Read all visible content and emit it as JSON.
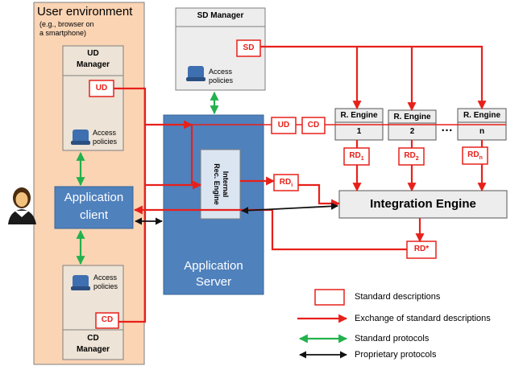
{
  "user_environment": {
    "title": "User environment",
    "subtitle_line1": "(e.g., browser on",
    "subtitle_line2": "a smartphone)"
  },
  "ud_manager": {
    "title_line1": "UD",
    "title_line2": "Manager",
    "tag": "UD",
    "policies_line1": "Access",
    "policies_line2": "policies"
  },
  "cd_manager": {
    "title_line1": "CD",
    "title_line2": "Manager",
    "tag": "CD",
    "policies_line1": "Access",
    "policies_line2": "policies"
  },
  "application_client": {
    "line1": "Application",
    "line2": "client"
  },
  "sd_manager": {
    "title": "SD Manager",
    "tag": "SD",
    "policies_line1": "Access",
    "policies_line2": "policies"
  },
  "application_server": {
    "line1": "Application",
    "line2": "Server",
    "internal_line1": "Internal",
    "internal_line2": "Rec. Engine"
  },
  "tags": {
    "ud": "UD",
    "cd": "CD",
    "rd_internal": "RD",
    "rd_internal_sub": "i",
    "rd_star": "RD*"
  },
  "engines": [
    {
      "title": "R. Engine",
      "index": "1",
      "rd": "RD",
      "rd_sub": "1"
    },
    {
      "title": "R. Engine",
      "index": "2",
      "rd": "RD",
      "rd_sub": "2"
    },
    {
      "title": "R. Engine",
      "index": "n",
      "rd": "RD",
      "rd_sub": "n"
    }
  ],
  "ellipsis": "…",
  "integration_engine": "Integration Engine",
  "legend": [
    {
      "label": "Standard descriptions"
    },
    {
      "label": "Exchange of standard descriptions"
    },
    {
      "label": "Standard protocols"
    },
    {
      "label": "Proprietary protocols"
    }
  ],
  "colors": {
    "red": "#e8201a",
    "green": "#22b14c",
    "blue": "#4f81bd",
    "orange": "#fbd4b4",
    "panel_beige": "#ede3d6",
    "box_gray": "#ededed",
    "scroll": "#3e6fb0"
  }
}
